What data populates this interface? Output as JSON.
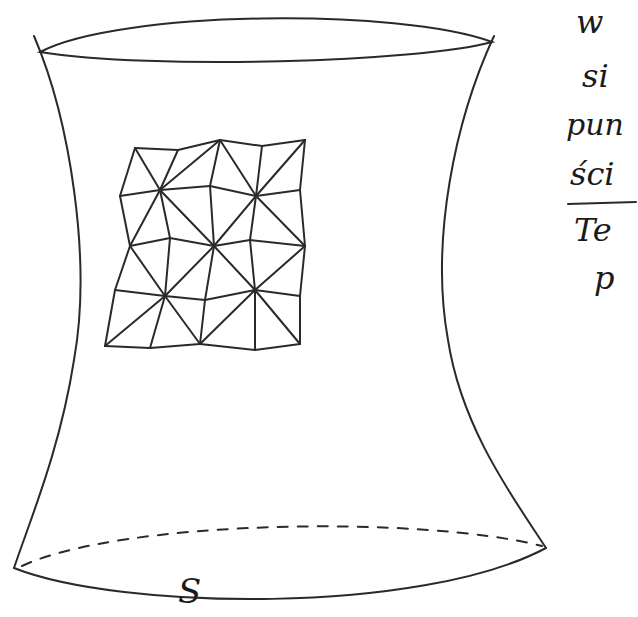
{
  "diagram": {
    "labels": [
      "w",
      "si",
      "pun",
      "ści",
      "Te",
      "p",
      "S"
    ]
  }
}
